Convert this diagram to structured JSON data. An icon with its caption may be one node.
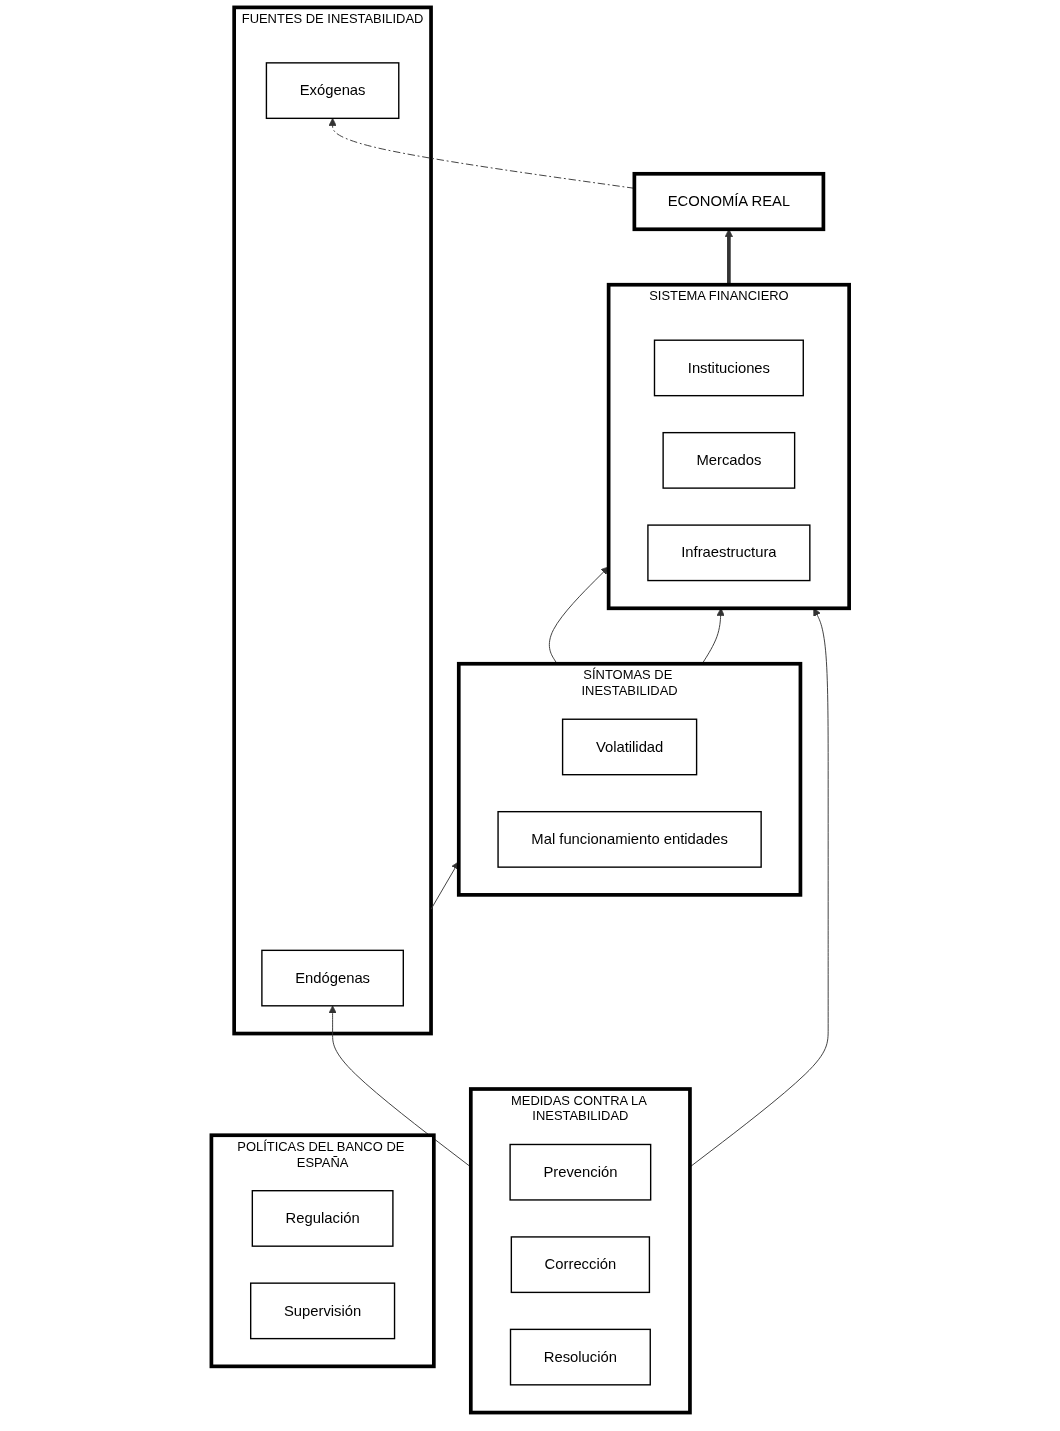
{
  "diagram": {
    "nodes": [
      {
        "text": [
          "ECONOMÍA REAL"
        ]
      },
      {
        "text": [
          "SISTEMA FINANCIERO"
        ]
      },
      {
        "text": [
          "Instituciones"
        ],
        "in": 1
      },
      {
        "text": [
          "Mercados"
        ],
        "in": 1
      },
      {
        "text": [
          "Infraestructura"
        ],
        "in": 1
      },
      {
        "text": [
          "SÍNTOMAS DE INESTABILIDAD"
        ]
      },
      {
        "text": [
          "Volatilidad"
        ],
        "in": 5
      },
      {
        "text": [
          "Mal funcionamiento entidades"
        ],
        "in": 5
      },
      {
        "text": [
          "FUENTES DE INESTABILIDAD"
        ]
      },
      {
        "text": [
          "Endógenas"
        ],
        "in": 8
      },
      {
        "text": [
          "Exógenas"
        ],
        "in": 8
      },
      {
        "text": [
          "MEDIDAS CONTRA LA INESTABILIDAD"
        ]
      },
      {
        "text": [
          "Prevención"
        ],
        "in": 11
      },
      {
        "text": [
          "Corrección"
        ],
        "in": 11
      },
      {
        "text": [
          "Resolución"
        ],
        "in": 11
      },
      {
        "text": [
          "POLÍTICAS DEL BANCO DE ESPAÑA"
        ]
      },
      {
        "text": [
          "Regulación"
        ],
        "in": 15
      },
      {
        "text": [
          "Supervisión"
        ],
        "in": 15
      }
    ],
    "edges": [
      {
        "from": 1,
        "to": 0,
        "arrow": "to",
        "style": "thick"
      },
      {
        "from": 5,
        "to": 1,
        "arrow": "to"
      },
      {
        "from": 5,
        "to": 1,
        "arrow": "to"
      },
      {
        "from": 8,
        "to": 5,
        "arrow": "to"
      },
      {
        "from": 11,
        "to": 9,
        "arrow": "to"
      },
      {
        "from": 11,
        "to": 1,
        "arrow": "to"
      },
      {
        "from": 0,
        "to": 10,
        "arrow": "to",
        "style": "dashed"
      }
    ]
  }
}
